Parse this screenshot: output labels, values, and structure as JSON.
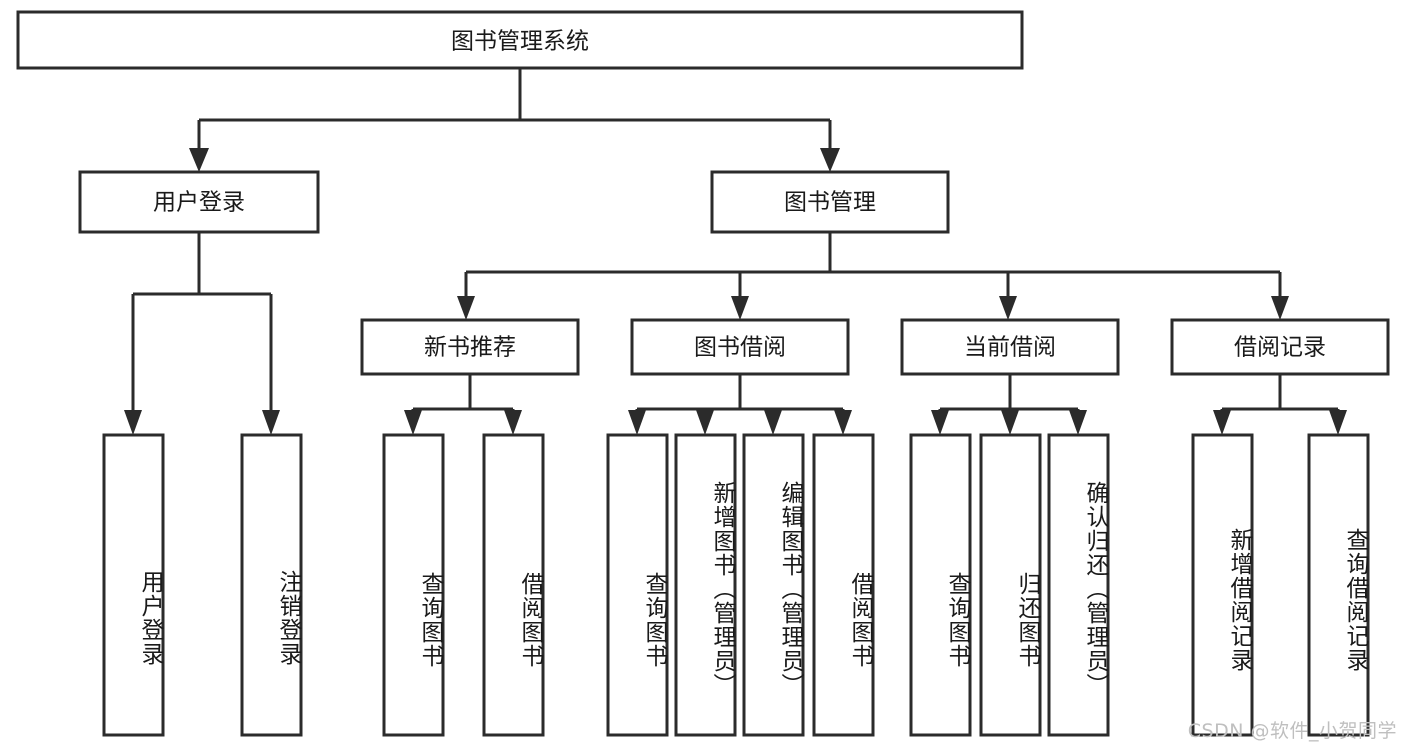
{
  "diagram": {
    "title": "图书管理系统",
    "type": "tree-hierarchy-chart",
    "root": {
      "label": "图书管理系统"
    },
    "level2": [
      {
        "label": "用户登录"
      },
      {
        "label": "图书管理"
      }
    ],
    "level3": [
      {
        "label": "新书推荐"
      },
      {
        "label": "图书借阅"
      },
      {
        "label": "当前借阅"
      },
      {
        "label": "借阅记录"
      }
    ],
    "leaves": {
      "user_login": [
        {
          "label": "用户登录"
        },
        {
          "label": "注销登录"
        }
      ],
      "new_book_recommend": [
        {
          "label": "查询图书"
        },
        {
          "label": "借阅图书"
        }
      ],
      "book_borrow": [
        {
          "label": "查询图书"
        },
        {
          "label": "新增图书（管理员）"
        },
        {
          "label": "编辑图书（管理员）"
        },
        {
          "label": "借阅图书"
        }
      ],
      "current_borrow": [
        {
          "label": "查询图书"
        },
        {
          "label": "归还图书"
        },
        {
          "label": "确认归还（管理员）"
        }
      ],
      "borrow_records": [
        {
          "label": "新增借阅记录"
        },
        {
          "label": "查询借阅记录"
        }
      ]
    }
  },
  "watermark": {
    "text": "CSDN @软件_小贺同学"
  },
  "colors": {
    "box_stroke": "#2b2b2b",
    "box_fill": "#ffffff",
    "text": "#1a1a1a",
    "watermark": "#bfbfbf",
    "background": "#ffffff"
  }
}
